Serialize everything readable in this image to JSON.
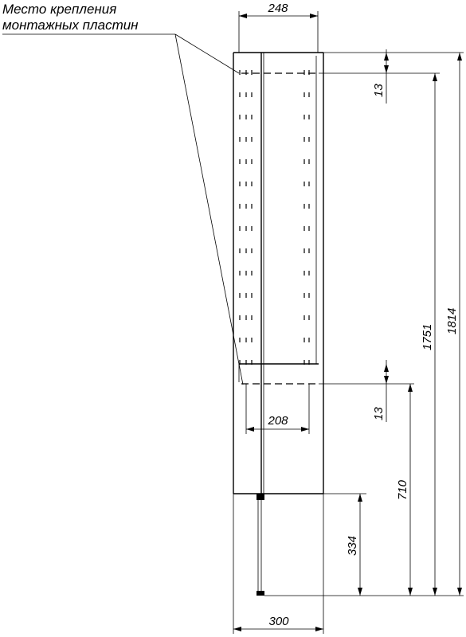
{
  "callout": {
    "line1": "Место крепления",
    "line2": "монтажных пластин"
  },
  "dimensions": {
    "top_width": "248",
    "inner_width": "208",
    "bottom_width": "300",
    "offset_top": "13",
    "offset_lower": "13",
    "height_inner": "1751",
    "height_total": "1814",
    "height_710": "710",
    "height_334": "334"
  }
}
